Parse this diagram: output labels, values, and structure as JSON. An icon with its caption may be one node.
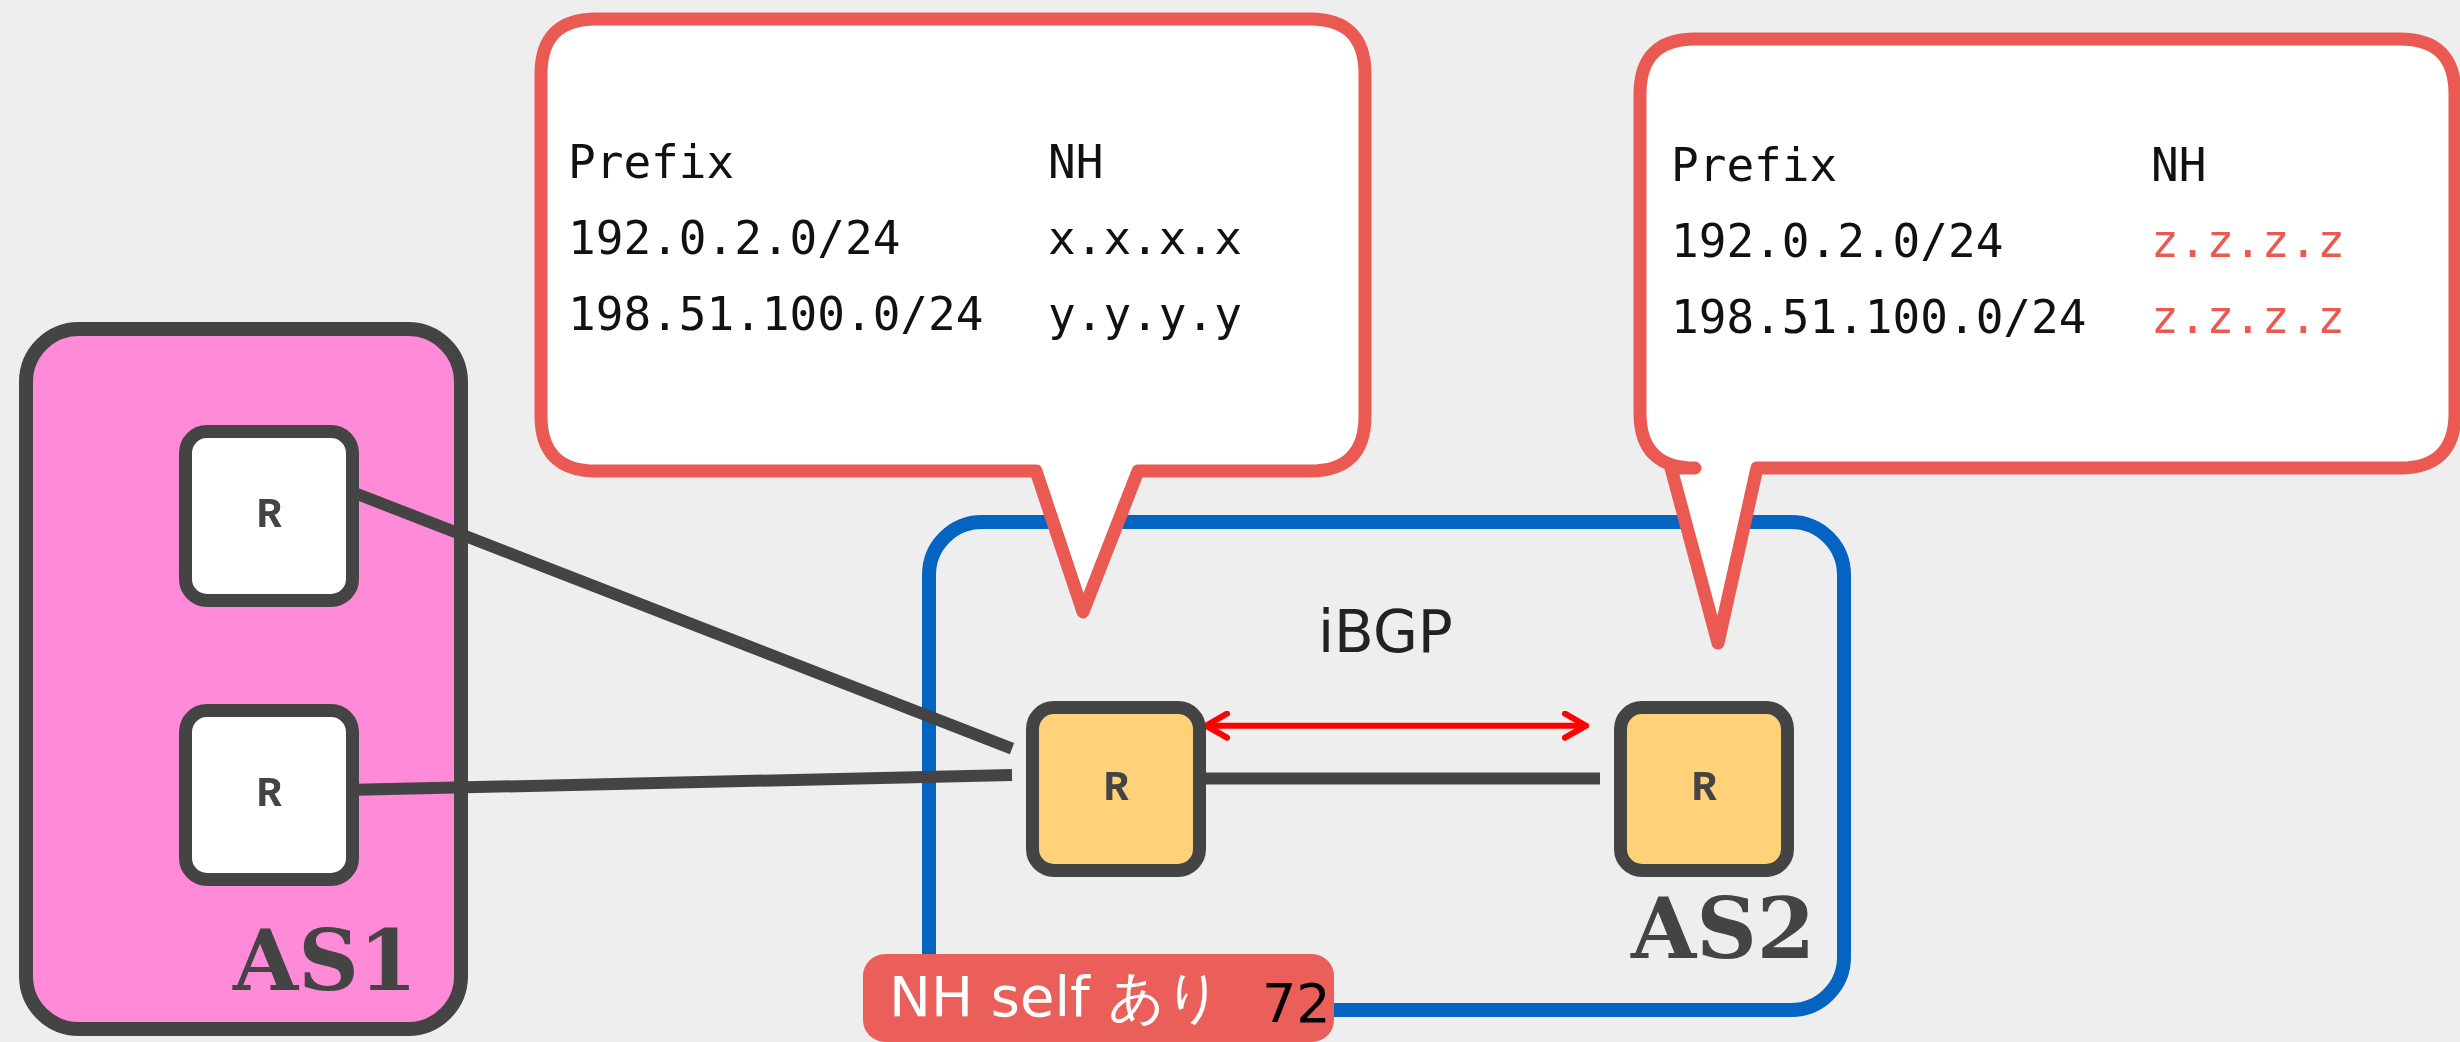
{
  "diagram": {
    "nodes": [
      {
        "text": [
          "AS1"
        ]
      },
      {
        "text": [
          "R"
        ],
        "in": 0
      },
      {
        "text": [
          "R"
        ],
        "in": 0
      },
      {
        "text": [
          "AS2"
        ]
      },
      {
        "text": [
          "R"
        ],
        "in": 3
      },
      {
        "text": [
          "R"
        ],
        "in": 3
      },
      {
        "text": [
          "Prefix",
          "NH",
          "192.0.2.0/24",
          "x.x.x.x",
          "198.51.100.0/24",
          "y.y.y.y"
        ]
      },
      {
        "text": [
          "Prefix",
          "NH",
          "192.0.2.0/24",
          "z.z.z.z",
          "198.51.100.0/24",
          "z.z.z.z"
        ]
      },
      {
        "text": [
          "NH self あり"
        ]
      }
    ],
    "edges": [
      {
        "from": 1,
        "to": 4,
        "arrow": "none"
      },
      {
        "from": 2,
        "to": 4,
        "arrow": "none"
      },
      {
        "from": 4,
        "to": 5,
        "arrow": "none"
      },
      {
        "from": 4,
        "to": 5,
        "arrow": "both",
        "label": "iBGP",
        "color": "#ff0000"
      }
    ],
    "labels": [
      "72"
    ]
  }
}
